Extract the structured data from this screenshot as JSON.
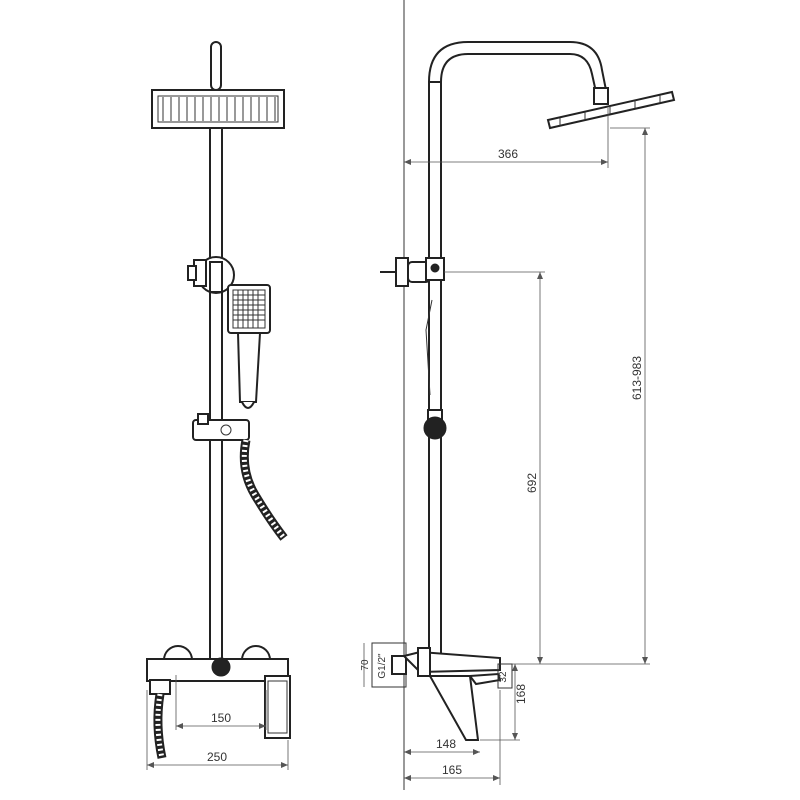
{
  "dimensions": {
    "top_arm_reach": "366",
    "rail_height": "692",
    "adjustable_height": "613-983",
    "mixer_block_height": "70",
    "inlet_thread": "G1/2\"",
    "mixer_offset_small": "32",
    "mixer_depth": "168",
    "spout_reach": "148",
    "wall_to_mixer": "165",
    "inlet_center_distance": "150",
    "overall_width": "250"
  },
  "colors": {
    "line": "#222222",
    "dimension": "#555555"
  }
}
